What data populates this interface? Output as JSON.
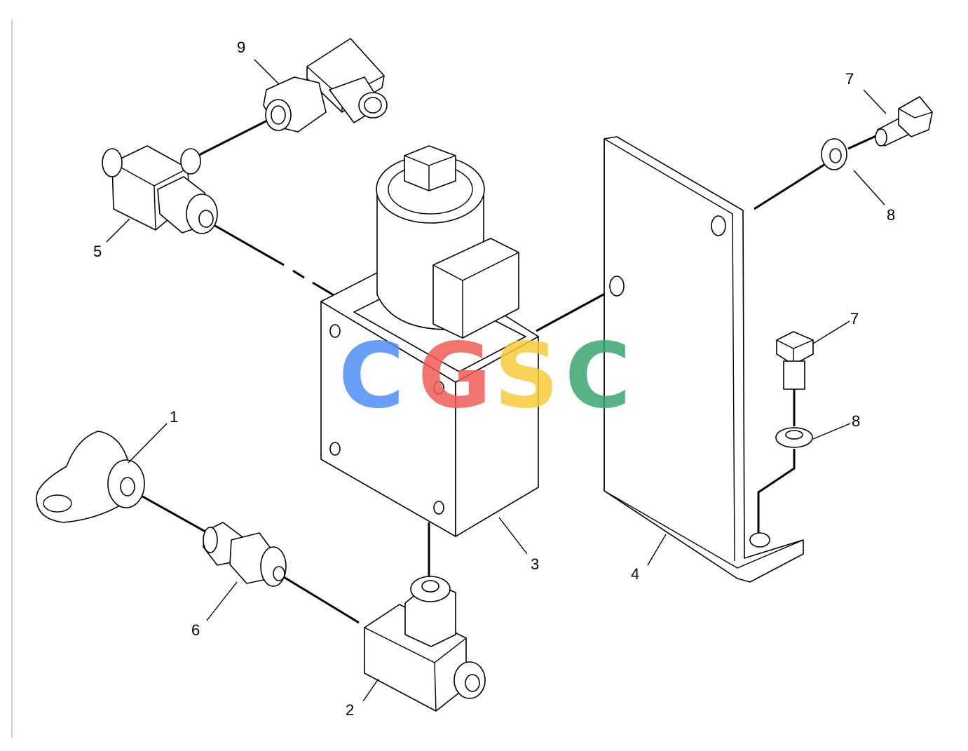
{
  "labels": {
    "l1": "1",
    "l2": "2",
    "l3": "3",
    "l4": "4",
    "l5": "5",
    "l6": "6",
    "l7a": "7",
    "l7b": "7",
    "l8a": "8",
    "l8b": "8",
    "l9": "9"
  },
  "watermark": {
    "letters": [
      "C",
      "G",
      "S",
      "C"
    ],
    "colors": [
      "#4f8ef7",
      "#ef5e55",
      "#f7cc3a",
      "#3aa56f"
    ]
  }
}
